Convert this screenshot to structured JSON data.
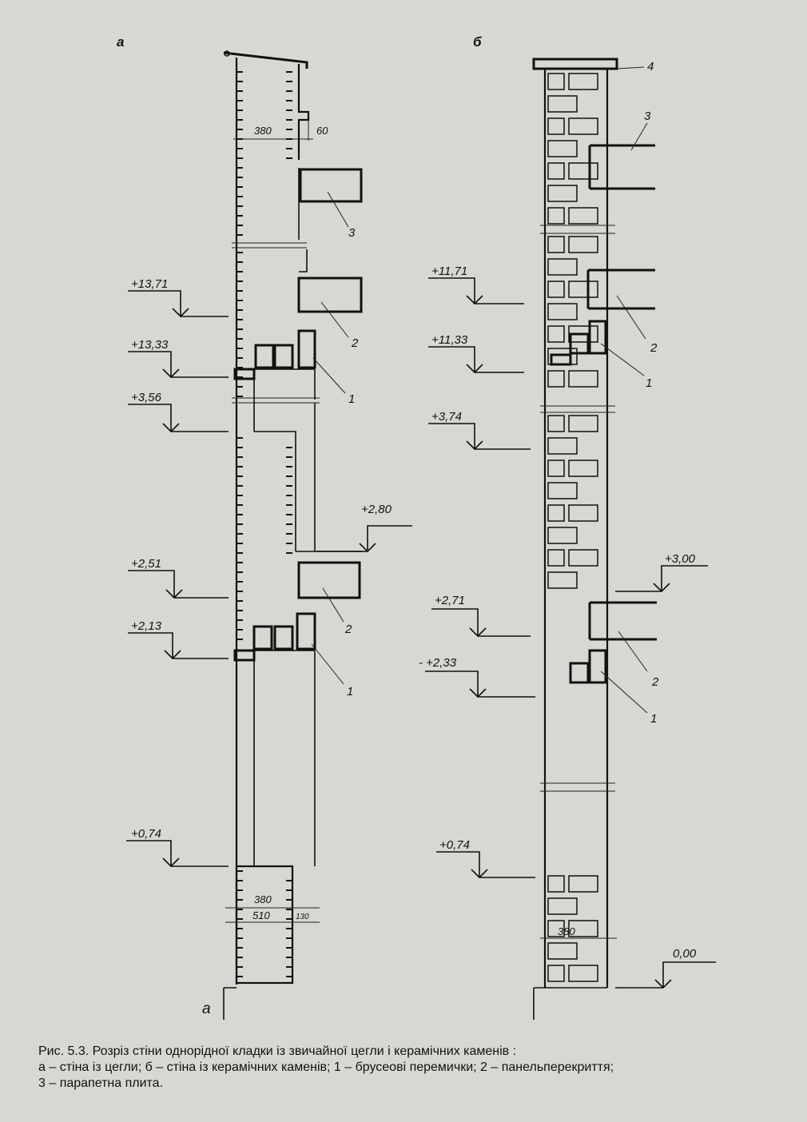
{
  "panels": {
    "a": {
      "letter": "а",
      "dims": {
        "top_380": "380",
        "top_60": "60",
        "bot_380": "380",
        "bot_510": "510",
        "bot_130": "130"
      },
      "levels": {
        "l1": "+13,71",
        "l2": "+13,33",
        "l3": "+3,56",
        "l4": "+2,80",
        "l5": "+2,51",
        "l6": "+2,13",
        "l7": "+0,74"
      },
      "callouts": {
        "c3": "3",
        "c2a": "2",
        "c1a": "1",
        "c2b": "2",
        "c1b": "1"
      },
      "mark": "a"
    },
    "b": {
      "letter": "б",
      "dims": {
        "bot_380": "380"
      },
      "levels": {
        "l1": "+11,71",
        "l2": "+11,33",
        "l3": "+3,74",
        "l4": "+3,00",
        "l5": "+2,71",
        "l6": "- +2,33",
        "l7": "+0,74",
        "l8": "0,00"
      },
      "callouts": {
        "c4": "4",
        "c3": "3",
        "c2a": "2",
        "c1a": "1",
        "c2b": "2",
        "c1b": "1"
      }
    }
  },
  "caption": {
    "line1": "Рис. 5.3. Розріз стіни однорідної кладки із звичайної цегли і керамічних каменів :",
    "line2": "а – стіна із цегли; б – стіна із керамічних каменів; 1 – брусеові перемички; 2 – панельперекриття;",
    "line3": "3 – парапетна плита."
  }
}
